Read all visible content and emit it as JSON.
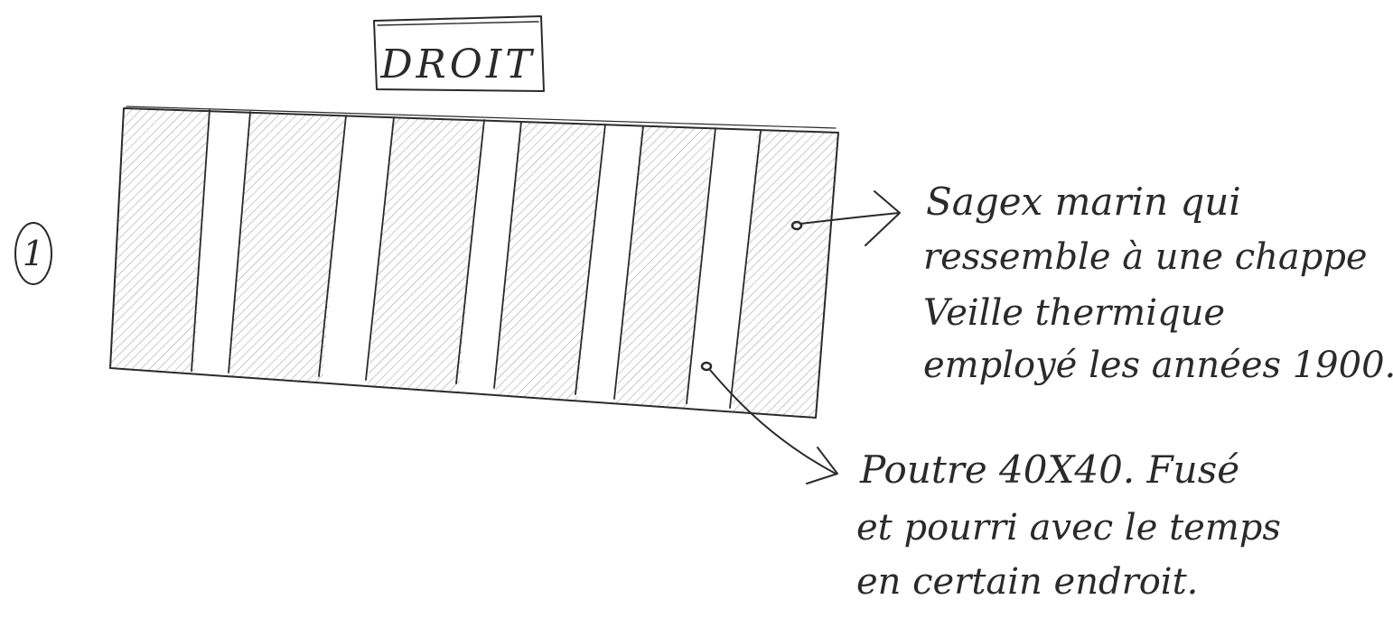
{
  "step_number": "1",
  "title": "DROIT",
  "callouts": [
    {
      "lines": [
        "Sagex marin qui",
        "ressemble à une chappe",
        "Veille thermique",
        "employé les années 1900."
      ]
    },
    {
      "lines": [
        "Poutre 40X40. Fusé",
        "et pourri avec le temps",
        "en certain endroit."
      ]
    }
  ],
  "colors": {
    "ink": "#2a2a2a",
    "hatch": "#9a9a9a",
    "paper": "#ffffff"
  }
}
